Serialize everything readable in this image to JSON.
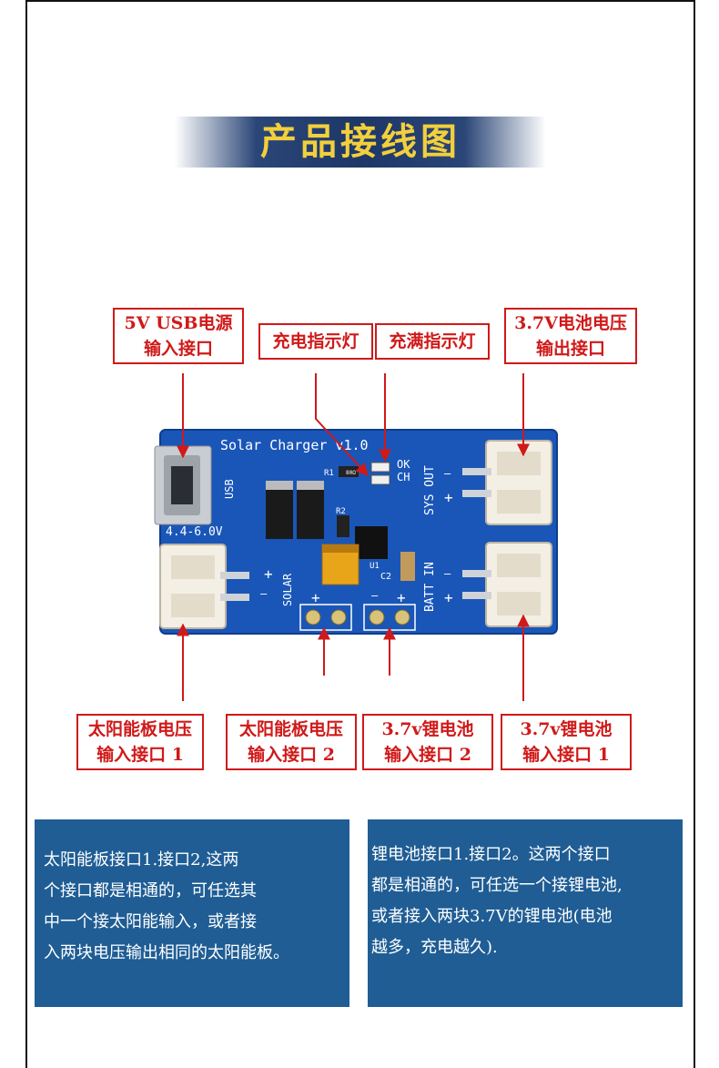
{
  "title": "产品接线图",
  "labels": {
    "usb_in": [
      "5V USB电源",
      "输入接口"
    ],
    "charge_led": "充电指示灯",
    "full_led": "充满指示灯",
    "batt_out": [
      "3.7V电池电压",
      "输出接口"
    ],
    "solar_1": [
      "太阳能板电压",
      "输入接口 1"
    ],
    "solar_2": [
      "太阳能板电压",
      "输入接口 2"
    ],
    "batt_in_2": [
      "3.7v锂电池",
      "输入接口 2"
    ],
    "batt_in_1": [
      "3.7v锂电池",
      "输入接口 1"
    ]
  },
  "board": {
    "name": "Solar  Charger  v1.0",
    "usb": "USB",
    "usb_voltage": "4.4-6.0V",
    "sys_out": "SYS OUT",
    "batt_in": "BATT IN",
    "solar": "SOLAR",
    "ok": "OK",
    "ch": "CH",
    "r1": "R1",
    "r2": "R2",
    "u1": "U1",
    "c2": "C2",
    "led_code": "80Ω",
    "plus": "+",
    "minus": "—"
  },
  "panels": {
    "solar_note": [
      "太阳能板接口1.接口2,这两",
      "个接口都是相通的，可任选其",
      "中一个接太阳能输入，或者接",
      "入两块电压输出相同的太阳能板。"
    ],
    "battery_note": [
      "锂电池接口1.接口2。这两个接口",
      "都是相通的，可任选一个接锂电池,",
      "或者接入两块3.7V的锂电池(电池",
      "越多，充电越久)."
    ]
  },
  "colors": {
    "accent_red": "#d01919",
    "title_gold": "#f2cf3c",
    "pcb_blue": "#1a56b8",
    "panel_blue": "#1f5d94"
  }
}
